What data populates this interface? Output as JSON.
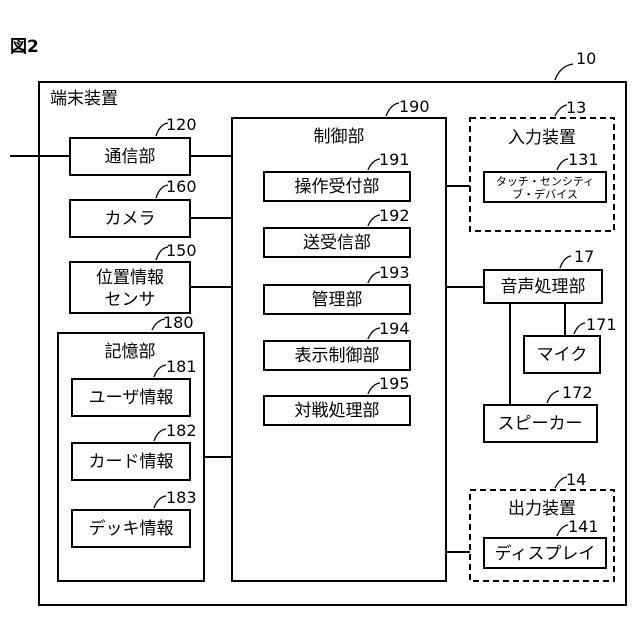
{
  "figure_label": "図2",
  "device": {
    "label": "端末装置",
    "ref": "10"
  },
  "comm": {
    "label": "通信部",
    "ref": "120"
  },
  "camera": {
    "label": "カメラ",
    "ref": "160"
  },
  "position": {
    "label_line1": "位置情報",
    "label_line2": "センサ",
    "ref": "150"
  },
  "storage": {
    "label": "記憶部",
    "ref": "180"
  },
  "user_info": {
    "label": "ユーザ情報",
    "ref": "181"
  },
  "card_info": {
    "label": "カード情報",
    "ref": "182"
  },
  "deck_info": {
    "label": "デッキ情報",
    "ref": "183"
  },
  "control": {
    "label": "制御部",
    "ref": "190"
  },
  "op_receive": {
    "label": "操作受付部",
    "ref": "191"
  },
  "send_receive": {
    "label": "送受信部",
    "ref": "192"
  },
  "management": {
    "label": "管理部",
    "ref": "193"
  },
  "display_ctrl": {
    "label": "表示制御部",
    "ref": "194"
  },
  "battle": {
    "label": "対戦処理部",
    "ref": "195"
  },
  "input_device": {
    "label": "入力装置",
    "ref": "13"
  },
  "touch": {
    "label_line1": "タッチ・センシティ",
    "label_line2": "ブ・デバイス",
    "ref": "131"
  },
  "audio": {
    "label": "音声処理部",
    "ref": "17"
  },
  "mic": {
    "label": "マイク",
    "ref": "171"
  },
  "speaker": {
    "label": "スピーカー",
    "ref": "172"
  },
  "output_device": {
    "label": "出力装置",
    "ref": "14"
  },
  "display": {
    "label": "ディスプレイ",
    "ref": "141"
  }
}
